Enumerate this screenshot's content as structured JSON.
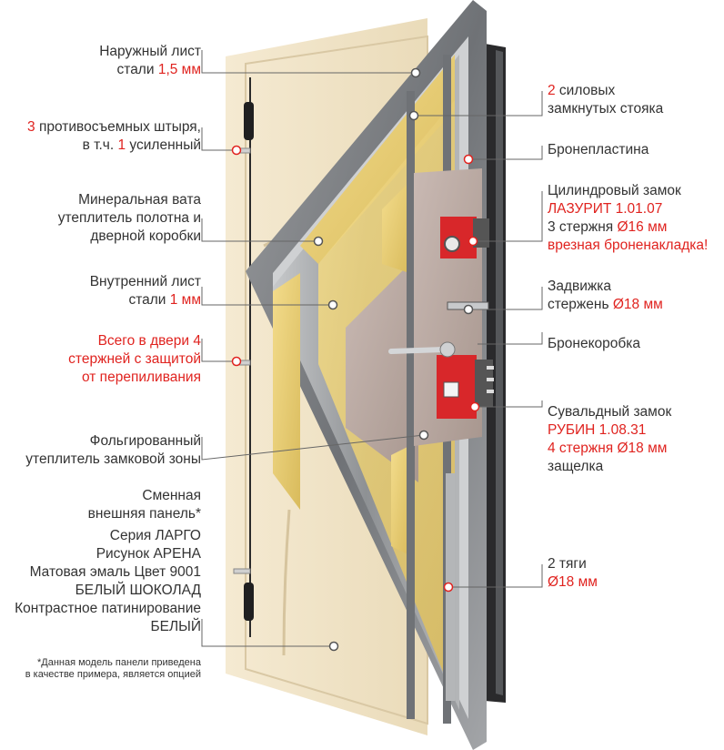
{
  "colors": {
    "accent_red": "#e0231f",
    "text": "#333333",
    "panel_cream": "#f1e4c8",
    "frame_grey": "#8a8c8f",
    "insulation_yellow": "#ecd27a",
    "armor_plate": "#b9a9a4",
    "lock_red": "#d8272a"
  },
  "labels_left": {
    "outer_sheet": {
      "line1": "Наружный лист",
      "line2_pre": "стали ",
      "line2_red": "1,5 мм"
    },
    "pins": {
      "line1_red": "3",
      "line1_rest": " противосъемных штыря,",
      "line2_pre": "в т.ч. ",
      "line2_red": "1",
      "line2_post": " усиленный"
    },
    "mineral_wool": {
      "line1": "Минеральная вата",
      "line2": "утеплитель полотна и",
      "line3": "дверной коробки"
    },
    "inner_sheet": {
      "line1": "Внутренний лист",
      "line2_pre": "стали ",
      "line2_red": "1 мм"
    },
    "total_bolts": {
      "line1": "Всего в двери 4",
      "line2": "стержней с защитой",
      "line3": "от перепиливания"
    },
    "foil_insulation": {
      "line1": "Фольгированный",
      "line2": "утеплитель замковой зоны"
    },
    "panel": {
      "line1": "Сменная",
      "line2": "внешняя панель*",
      "line3": "Серия ЛАРГО",
      "line4": "Рисунок АРЕНА",
      "line5": "Матовая эмаль Цвет 9001",
      "line6": "БЕЛЫЙ ШОКОЛАД",
      "line7": "Контрастное патинирование",
      "line8": "БЕЛЫЙ"
    },
    "footnote": {
      "line1": "*Данная модель панели приведена",
      "line2": "в качестве примера, является опцией"
    }
  },
  "labels_right": {
    "posts": {
      "line1_red": "2",
      "line1_rest": " силовых",
      "line2": "замкнутых стояка"
    },
    "armor_plate": {
      "line1": "Бронепластина"
    },
    "cylinder_lock": {
      "line1": "Цилиндровый замок",
      "line2_red": "ЛАЗУРИТ  1.01.07",
      "line3_pre": "3 стержня ",
      "line3_red": "Ø16 мм",
      "line4_red": "врезная броненакладка!"
    },
    "latch_bolt": {
      "line1": "Задвижка",
      "line2_pre": "стержень ",
      "line2_red": "Ø18 мм"
    },
    "armor_box": {
      "line1": "Бронекоробка"
    },
    "lever_lock": {
      "line1": "Сувальдный замок",
      "line2_red": "РУБИН  1.08.31",
      "line3_red": "4 стержня Ø18 мм",
      "line4": "защелка"
    },
    "rods": {
      "line1": "2 тяги",
      "line2_red": "Ø18 мм"
    }
  }
}
